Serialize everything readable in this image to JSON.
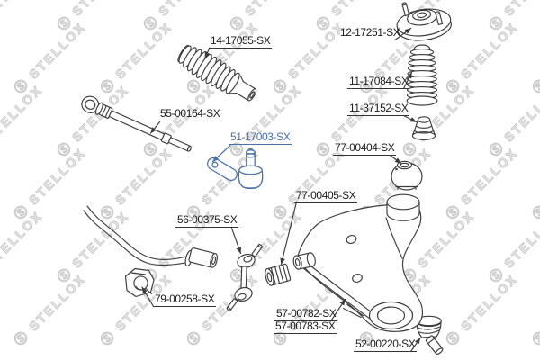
{
  "watermark": {
    "text": "STELLOX",
    "glyph": "Ⓢ"
  },
  "colors": {
    "background": "#ffffff",
    "line_art": "#3c3c3c",
    "label_text": "#1c1c1c",
    "highlight": "#4a70a8",
    "watermark": "#cdcdcd"
  },
  "parts": [
    {
      "label": "14-17055-SX",
      "name": "steering-rack-boot",
      "highlighted": false
    },
    {
      "label": "12-17251-SX",
      "name": "strut-mount",
      "highlighted": false
    },
    {
      "label": "11-17084-SX",
      "name": "strut-dust-boot",
      "highlighted": false
    },
    {
      "label": "11-37152-SX",
      "name": "bump-stop",
      "highlighted": false
    },
    {
      "label": "55-00164-SX",
      "name": "inner-tie-rod",
      "highlighted": false
    },
    {
      "label": "51-17003-SX",
      "name": "tie-rod-end",
      "highlighted": true
    },
    {
      "label": "77-00404-SX",
      "name": "control-arm-rear-bushing",
      "highlighted": false
    },
    {
      "label": "77-00405-SX",
      "name": "control-arm-front-bushing",
      "highlighted": false
    },
    {
      "label": "56-00375-SX",
      "name": "stabilizer-link",
      "highlighted": false
    },
    {
      "label": "79-00258-SX",
      "name": "stabilizer-bar-bushing",
      "highlighted": false
    },
    {
      "label": "57-00782-SX",
      "name": "lower-control-arm",
      "highlighted": false
    },
    {
      "label": "57-00783-SX",
      "name": "lower-control-arm-alt",
      "highlighted": false
    },
    {
      "label": "52-00220-SX",
      "name": "ball-joint",
      "highlighted": false
    }
  ]
}
